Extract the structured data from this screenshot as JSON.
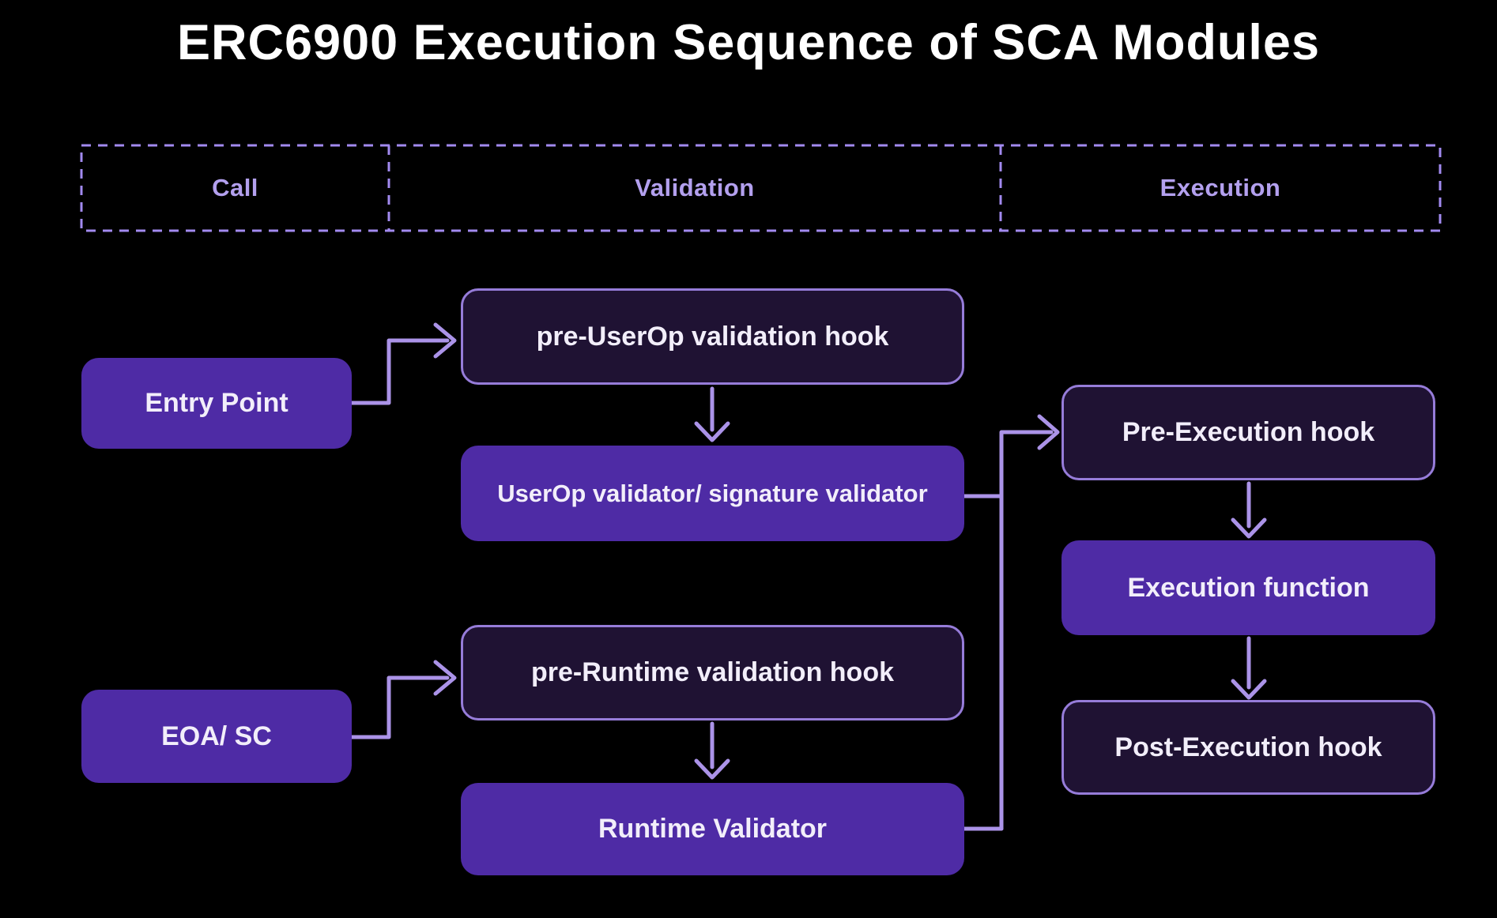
{
  "title": "ERC6900 Execution Sequence of SCA Modules",
  "lanes": {
    "call": "Call",
    "validation": "Validation",
    "execution": "Execution"
  },
  "nodes": {
    "entry_point": "Entry Point",
    "pre_userop_validation_hook": "pre-UserOp validation hook",
    "userop_validator": "UserOp validator/ signature validator",
    "eoa_sc": "EOA/ SC",
    "pre_runtime_validation_hook": "pre-Runtime validation hook",
    "runtime_validator": "Runtime Validator",
    "pre_execution_hook": "Pre-Execution hook",
    "execution_function": "Execution function",
    "post_execution_hook": "Post-Execution hook"
  },
  "colors": {
    "background": "#000000",
    "title": "#ffffff",
    "node_text": "#f2eefa",
    "solid_fill": "#4e2ba5",
    "dark_fill": "#1f1233",
    "dark_border": "#967cd9",
    "lane_border": "#a28af0",
    "lane_text": "#b3a0ee",
    "arrow": "#ab93e8"
  }
}
